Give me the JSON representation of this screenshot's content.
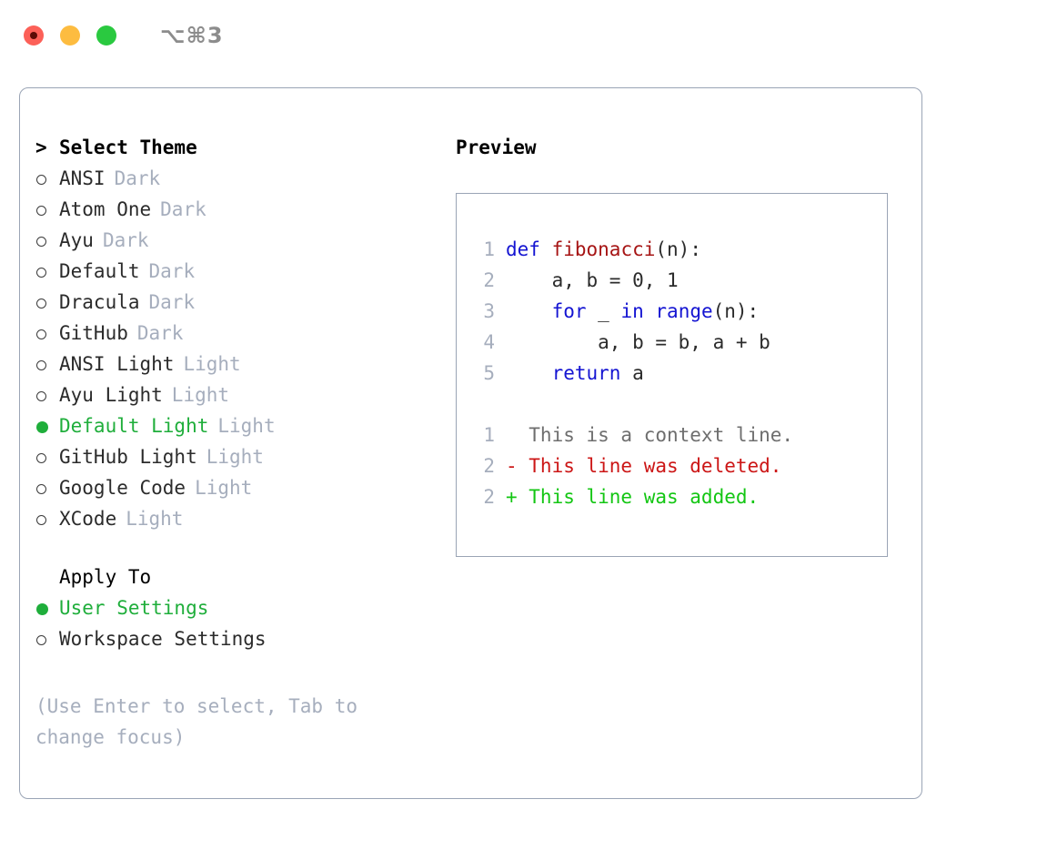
{
  "titlebar": {
    "shortcut": "⌥⌘3",
    "buttons": [
      {
        "name": "close",
        "color": "#fc6058"
      },
      {
        "name": "minimize",
        "color": "#fdbc40"
      },
      {
        "name": "maximize",
        "color": "#2ac940"
      }
    ]
  },
  "accent": {
    "selected_green": "#1fae3b",
    "muted": "#a6aebd",
    "border": "#9aa4b5"
  },
  "theme_picker": {
    "heading": "Select Theme",
    "caret": ">",
    "items": [
      {
        "label": "ANSI",
        "tag": "Dark",
        "selected": false
      },
      {
        "label": "Atom One",
        "tag": "Dark",
        "selected": false
      },
      {
        "label": "Ayu",
        "tag": "Dark",
        "selected": false
      },
      {
        "label": "Default",
        "tag": "Dark",
        "selected": false
      },
      {
        "label": "Dracula",
        "tag": "Dark",
        "selected": false
      },
      {
        "label": "GitHub",
        "tag": "Dark",
        "selected": false
      },
      {
        "label": "ANSI Light",
        "tag": "Light",
        "selected": false
      },
      {
        "label": "Ayu Light",
        "tag": "Light",
        "selected": false
      },
      {
        "label": "Default Light",
        "tag": "Light",
        "selected": true
      },
      {
        "label": "GitHub Light",
        "tag": "Light",
        "selected": false
      },
      {
        "label": "Google Code",
        "tag": "Light",
        "selected": false
      },
      {
        "label": "XCode",
        "tag": "Light",
        "selected": false
      }
    ]
  },
  "apply_to": {
    "heading": "Apply To",
    "items": [
      {
        "label": "User Settings",
        "selected": true
      },
      {
        "label": "Workspace Settings",
        "selected": false
      }
    ]
  },
  "hint": "(Use Enter to select, Tab to change focus)",
  "preview": {
    "title": "Preview",
    "code_lines": [
      {
        "num": "1",
        "tokens": [
          {
            "t": "def",
            "c": "kw"
          },
          {
            "t": " ",
            "c": "ctext"
          },
          {
            "t": "fibonacci",
            "c": "fn"
          },
          {
            "t": "(n):",
            "c": "ctext"
          }
        ]
      },
      {
        "num": "2",
        "tokens": [
          {
            "t": "    a, b = 0, 1",
            "c": "ctext"
          }
        ]
      },
      {
        "num": "3",
        "tokens": [
          {
            "t": "    ",
            "c": "ctext"
          },
          {
            "t": "for",
            "c": "kw"
          },
          {
            "t": " _ ",
            "c": "ctext"
          },
          {
            "t": "in",
            "c": "kw"
          },
          {
            "t": " ",
            "c": "ctext"
          },
          {
            "t": "range",
            "c": "kw"
          },
          {
            "t": "(n):",
            "c": "ctext"
          }
        ]
      },
      {
        "num": "4",
        "tokens": [
          {
            "t": "        a, b = b, a + b",
            "c": "ctext"
          }
        ]
      },
      {
        "num": "5",
        "tokens": [
          {
            "t": "    ",
            "c": "ctext"
          },
          {
            "t": "return",
            "c": "kw"
          },
          {
            "t": " a",
            "c": "ctext"
          }
        ]
      }
    ],
    "diff_lines": [
      {
        "num": "1",
        "tokens": [
          {
            "t": "  This is a context line.",
            "c": "ctx"
          }
        ]
      },
      {
        "num": "2",
        "tokens": [
          {
            "t": "- This line was deleted.",
            "c": "del"
          }
        ]
      },
      {
        "num": "2",
        "tokens": [
          {
            "t": "+ This line was added.",
            "c": "add"
          }
        ]
      }
    ]
  }
}
